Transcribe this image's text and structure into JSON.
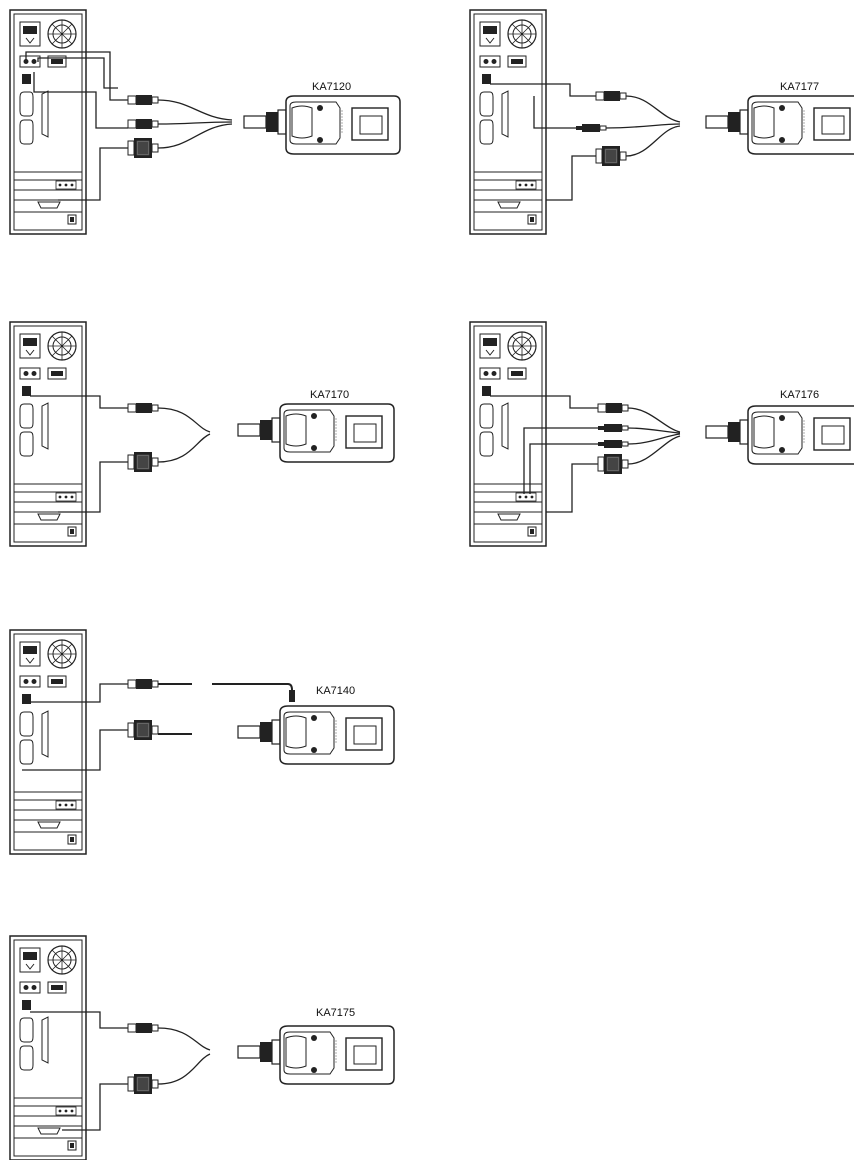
{
  "diagrams": [
    {
      "id": "ka7120",
      "model": "KA7120",
      "variant": "ps2",
      "plugs": "ps2-vga"
    },
    {
      "id": "ka7177",
      "model": "KA7177",
      "variant": "usb-audio",
      "plugs": "usb-audio"
    },
    {
      "id": "ka7170",
      "model": "KA7170",
      "variant": "usb",
      "plugs": "usb"
    },
    {
      "id": "ka7176",
      "model": "KA7176",
      "variant": "usb-audio2",
      "plugs": "usb-audio2"
    },
    {
      "id": "ka7140",
      "model": "KA7140",
      "variant": "serial",
      "plugs": "serial"
    },
    {
      "id": "ka7175",
      "model": "KA7175",
      "variant": "usb",
      "plugs": "usb"
    }
  ]
}
